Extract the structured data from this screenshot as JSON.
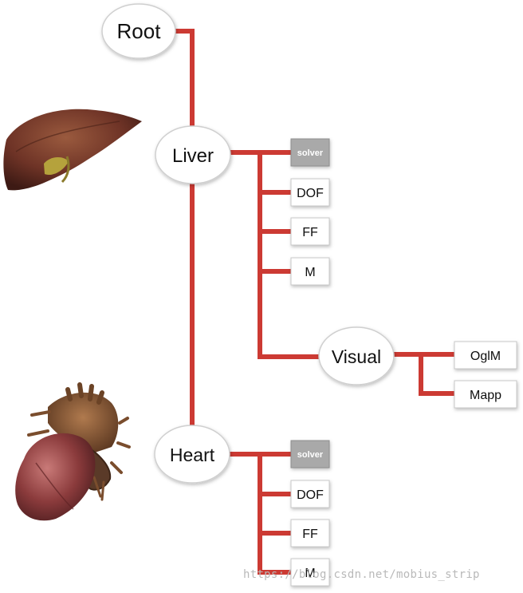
{
  "colors": {
    "edge": "#cc3a33",
    "solver_fill": "#a9a9a9",
    "node_fill": "#ffffff"
  },
  "tree": {
    "root": {
      "label": "Root"
    },
    "liver": {
      "label": "Liver",
      "image": "liver-illustration",
      "components": [
        "solver",
        "DOF",
        "FF",
        "M"
      ],
      "visual": {
        "label": "Visual",
        "components": [
          "OglM",
          "Mapp"
        ]
      }
    },
    "heart": {
      "label": "Heart",
      "image": "heart-illustration",
      "components": [
        "solver",
        "DOF",
        "FF",
        "M"
      ]
    }
  },
  "watermark": "https://blog.csdn.net/mobius_strip"
}
